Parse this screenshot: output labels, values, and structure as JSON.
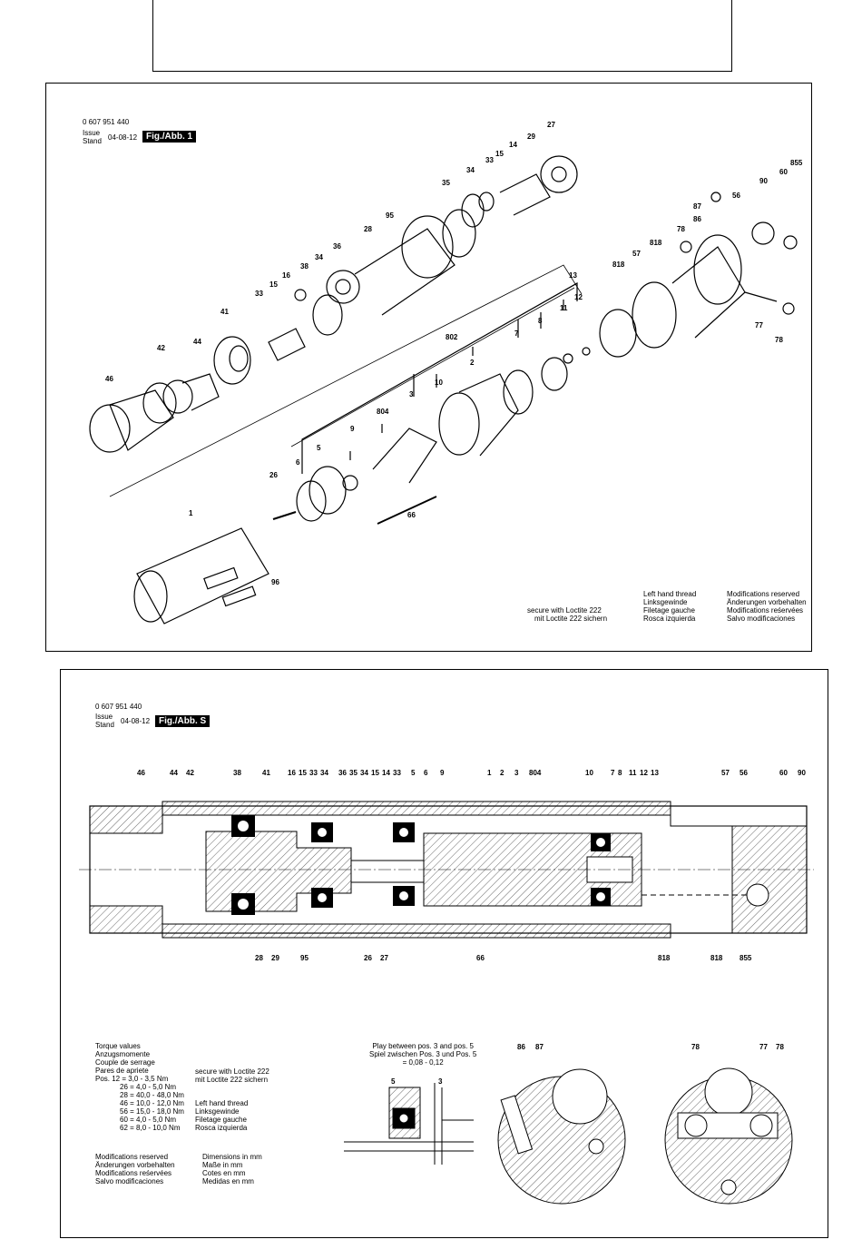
{
  "header_box": "",
  "fig1": {
    "doc_number": "0 607 951 440",
    "issue_label": "Issue",
    "stand_label": "Stand",
    "date": "04-08-12",
    "fig_label": "Fig./Abb. 1",
    "part_numbers": [
      "27",
      "29",
      "14",
      "15",
      "33",
      "34",
      "35",
      "95",
      "28",
      "36",
      "34",
      "38",
      "16",
      "15",
      "33",
      "41",
      "42",
      "44",
      "46",
      "1",
      "26",
      "96",
      "5",
      "6",
      "9",
      "804",
      "3",
      "10",
      "2",
      "802",
      "7",
      "8",
      "11",
      "12",
      "13",
      "818",
      "57",
      "818",
      "56",
      "90",
      "60",
      "855",
      "87",
      "86",
      "78",
      "77",
      "78",
      "66"
    ],
    "left_hand": {
      "lines": [
        "Left hand thread",
        "Linksgewinde",
        "Filetage gauche",
        "Rosca izquierda"
      ]
    },
    "loctite": {
      "lines": [
        "secure with Loctite 222",
        "mit Loctite 222 sichern"
      ]
    },
    "modifications": {
      "lines": [
        "Modifications reserved",
        "Änderungen vorbehalten",
        "Modifications reśervées",
        "Salvo modificaciones"
      ]
    }
  },
  "fig2": {
    "doc_number": "0 607 951 440",
    "issue_label": "Issue",
    "stand_label": "Stand",
    "date": "04-08-12",
    "fig_label": "Fig./Abb. S",
    "top_labels": [
      "46",
      "44",
      "42",
      "38",
      "41",
      "16",
      "15",
      "33",
      "34",
      "36",
      "35",
      "34",
      "15",
      "14",
      "33",
      "5",
      "6",
      "9",
      "1",
      "2",
      "3",
      "804",
      "10",
      "7",
      "8",
      "11",
      "12",
      "13",
      "57",
      "56",
      "60",
      "90"
    ],
    "bottom_labels": [
      "28",
      "29",
      "95",
      "26",
      "27",
      "66",
      "818",
      "818",
      "855"
    ],
    "torque": {
      "lines": [
        "Torque values",
        "Anzugsmomente",
        "Couple de serrage",
        "Pares de apriete",
        "Pos. 12 =   3,0 -   3,5 Nm",
        "26 =   4,0 -   5,0 Nm",
        "28 = 40,0 - 48,0 Nm",
        "46 = 10,0 - 12,0 Nm",
        "56 = 15,0 - 18,0 Nm",
        "60 =   4,0 -   5,0 Nm",
        "62 =   8,0 - 10,0 Nm"
      ]
    },
    "loctite": {
      "lines": [
        "secure with Loctite 222",
        "mit Loctite 222 sichern"
      ]
    },
    "left_hand": {
      "lines": [
        "Left hand thread",
        "Linksgewinde",
        "Filetage gauche",
        "Rosca izquierda"
      ]
    },
    "modifications": {
      "lines": [
        "Modifications reserved",
        "Änderungen vorbehalten",
        "Modifications reśervées",
        "Salvo modificaciones"
      ]
    },
    "dimensions": {
      "lines": [
        "Dimensions in mm",
        "Maße in mm",
        "Cotes en mm",
        "Medidas en mm"
      ]
    },
    "play": {
      "lines": [
        "Play between pos. 3 and pos. 5",
        "Spiel zwischen Pos. 3 und Pos. 5",
        "= 0,08 - 0,12"
      ]
    },
    "detail_play_labels": [
      "5",
      "3"
    ],
    "detail_a_labels": [
      "86",
      "87"
    ],
    "detail_b_labels": [
      "78",
      "77",
      "78"
    ]
  }
}
